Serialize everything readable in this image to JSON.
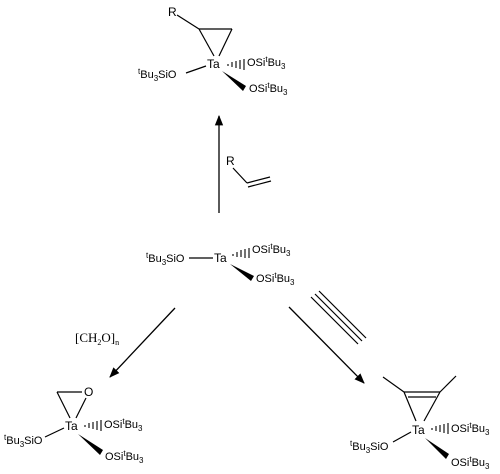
{
  "labels": {
    "Ta": "Ta",
    "O": "O",
    "R": "R",
    "tBu3SiO_prefix": "t",
    "tBu3SiO_mid": "Bu",
    "tBu3SiO_sub": "3",
    "tBu3SiO_suffix": "SiO",
    "OSi_prefix": "OSi",
    "OSi_sup": "t",
    "OSi_mid": "Bu",
    "OSi_sub": "3"
  },
  "reagents": {
    "formaldehyde_prefix": "[CH",
    "formaldehyde_sub2": "2",
    "formaldehyde_mid": "O]",
    "formaldehyde_subn": "n"
  },
  "colors": {
    "ink": "#000000",
    "background": "#ffffff"
  }
}
